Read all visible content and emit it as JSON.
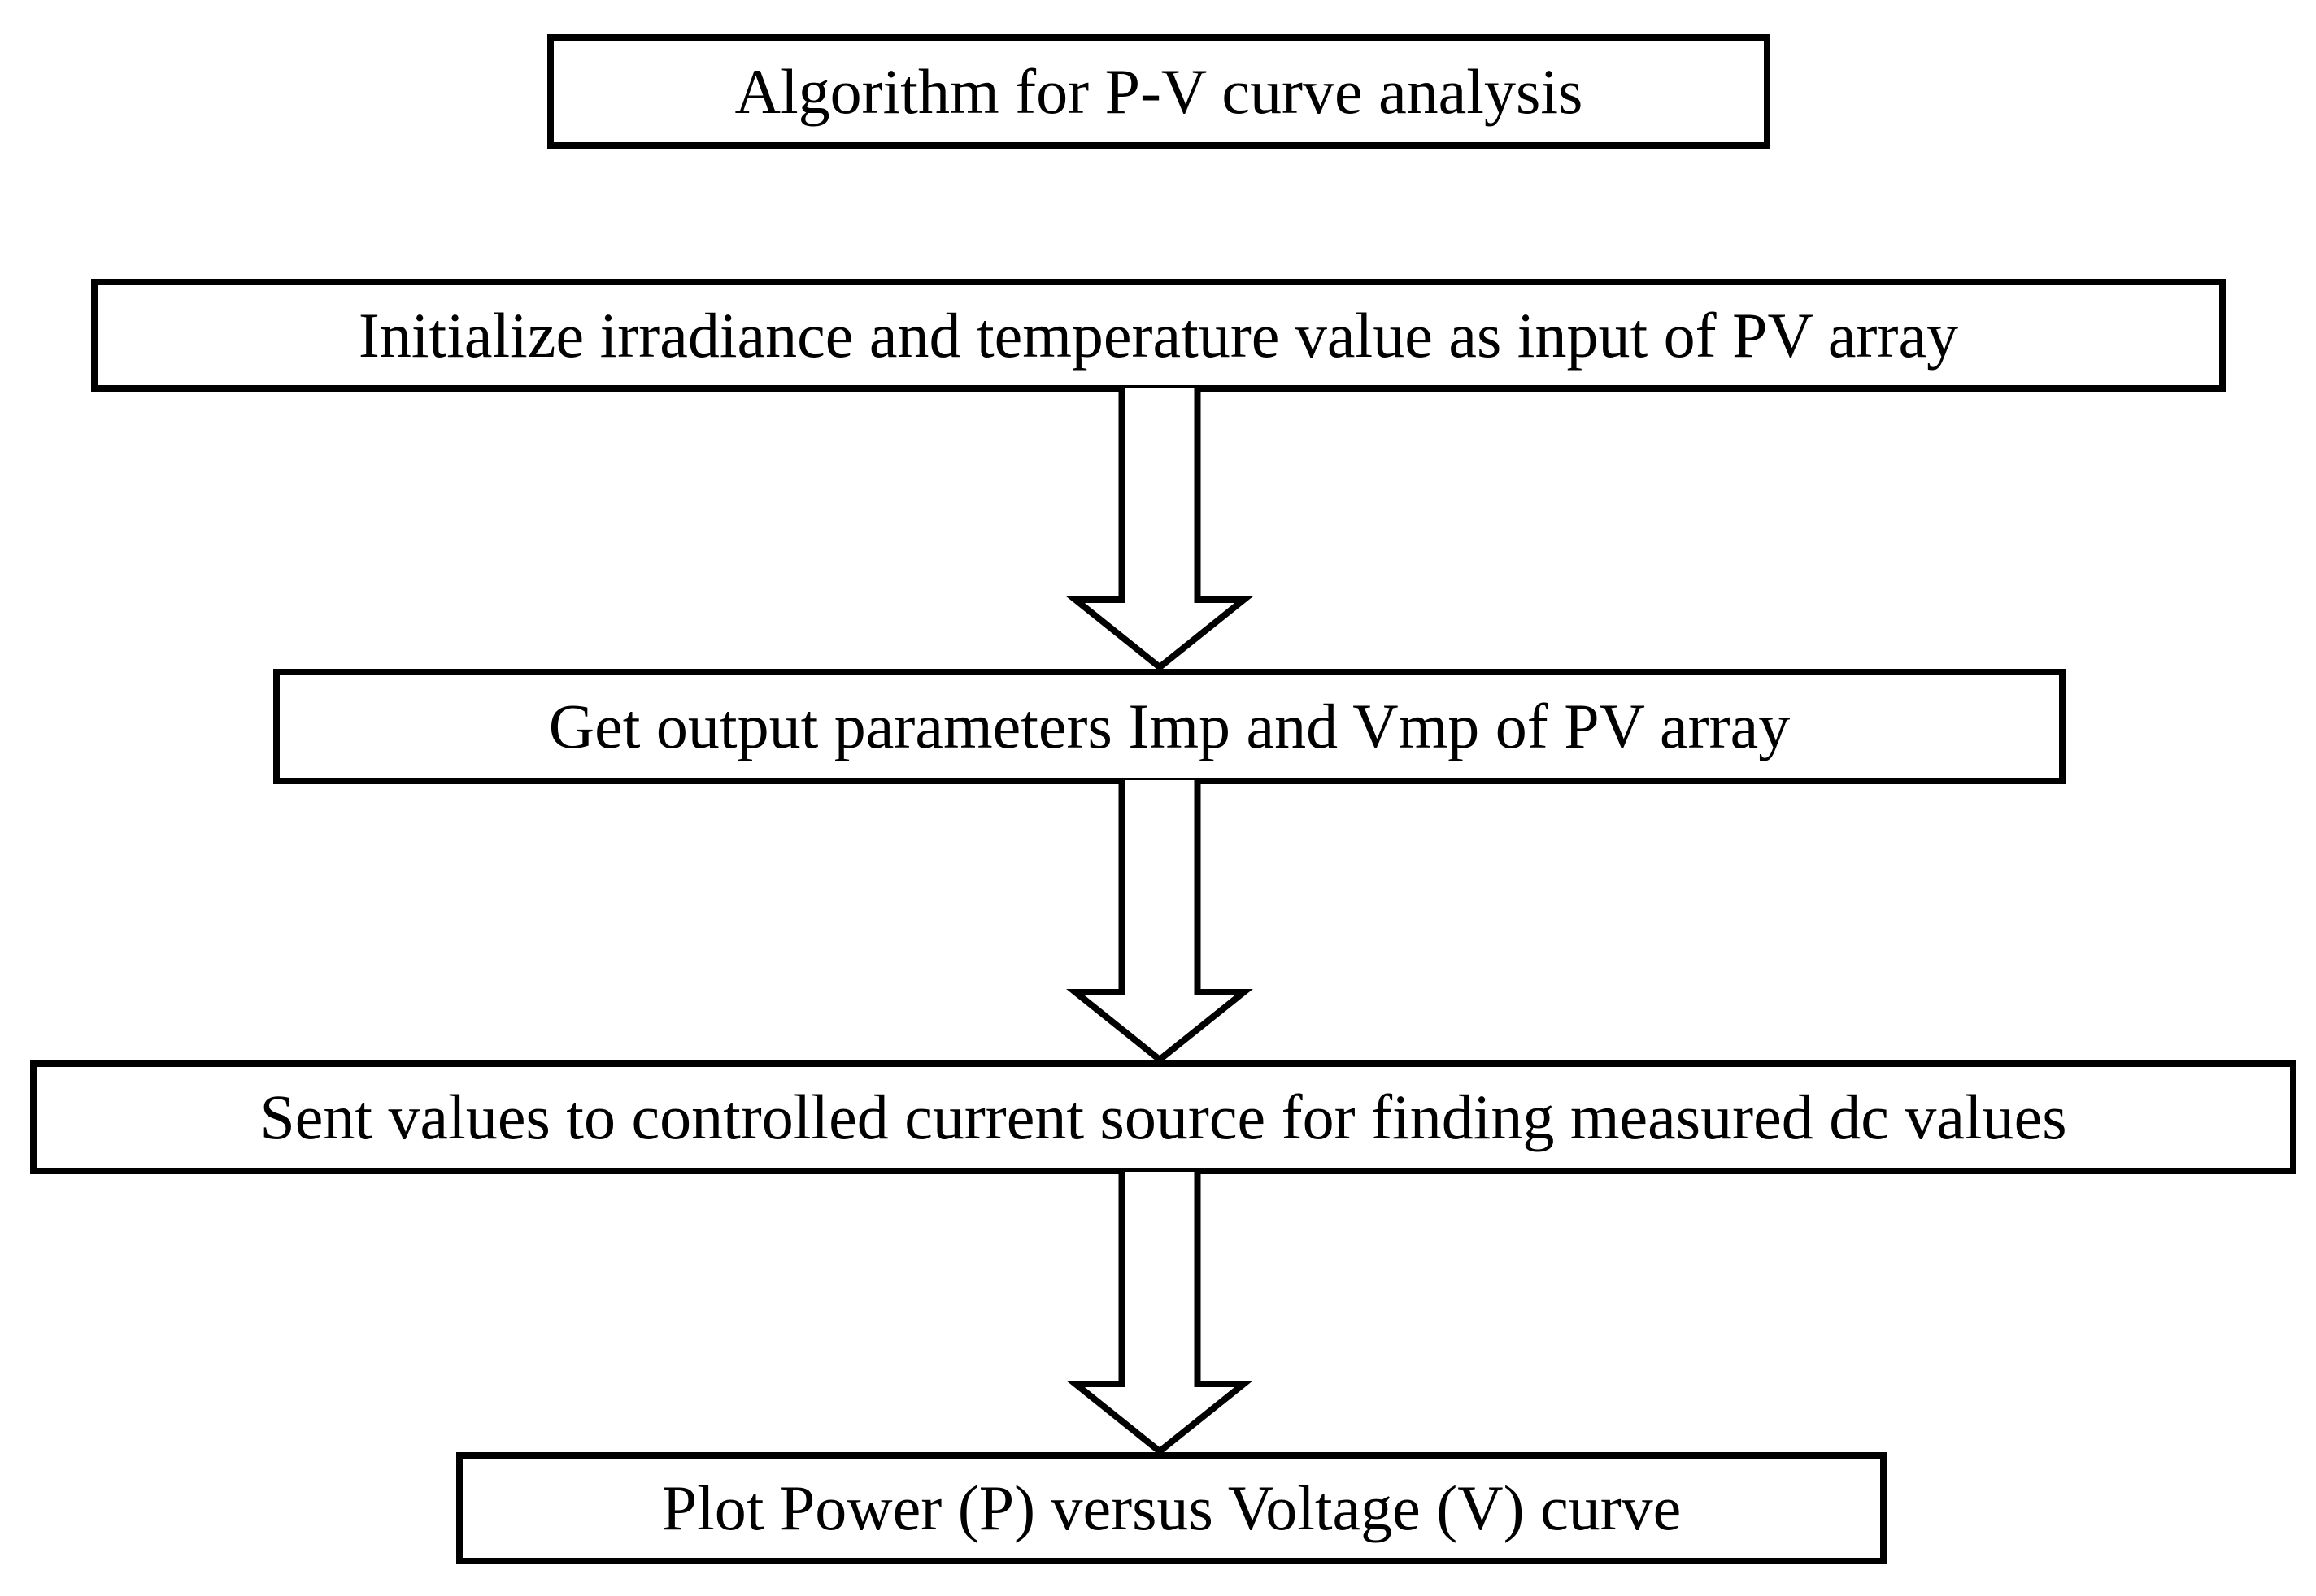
{
  "diagram": {
    "type": "flowchart",
    "title_box": {
      "label": "Algorithm for P-V curve analysis"
    },
    "steps": [
      {
        "label": "Initialize irradiance and temperature value as input of PV array"
      },
      {
        "label": "Get output parameters Imp and Vmp of PV array"
      },
      {
        "label": "Sent values to controlled current source for finding measured dc values"
      },
      {
        "label": "Plot Power (P) versus Voltage (V) curve"
      }
    ],
    "connectors": [
      {
        "from": 0,
        "to": 1,
        "shape": "outlined-block-arrow-down"
      },
      {
        "from": 1,
        "to": 2,
        "shape": "outlined-block-arrow-down"
      },
      {
        "from": 2,
        "to": 3,
        "shape": "outlined-block-arrow-down"
      }
    ],
    "colors": {
      "background": "#ffffff",
      "border": "#000000",
      "text": "#000000"
    }
  }
}
